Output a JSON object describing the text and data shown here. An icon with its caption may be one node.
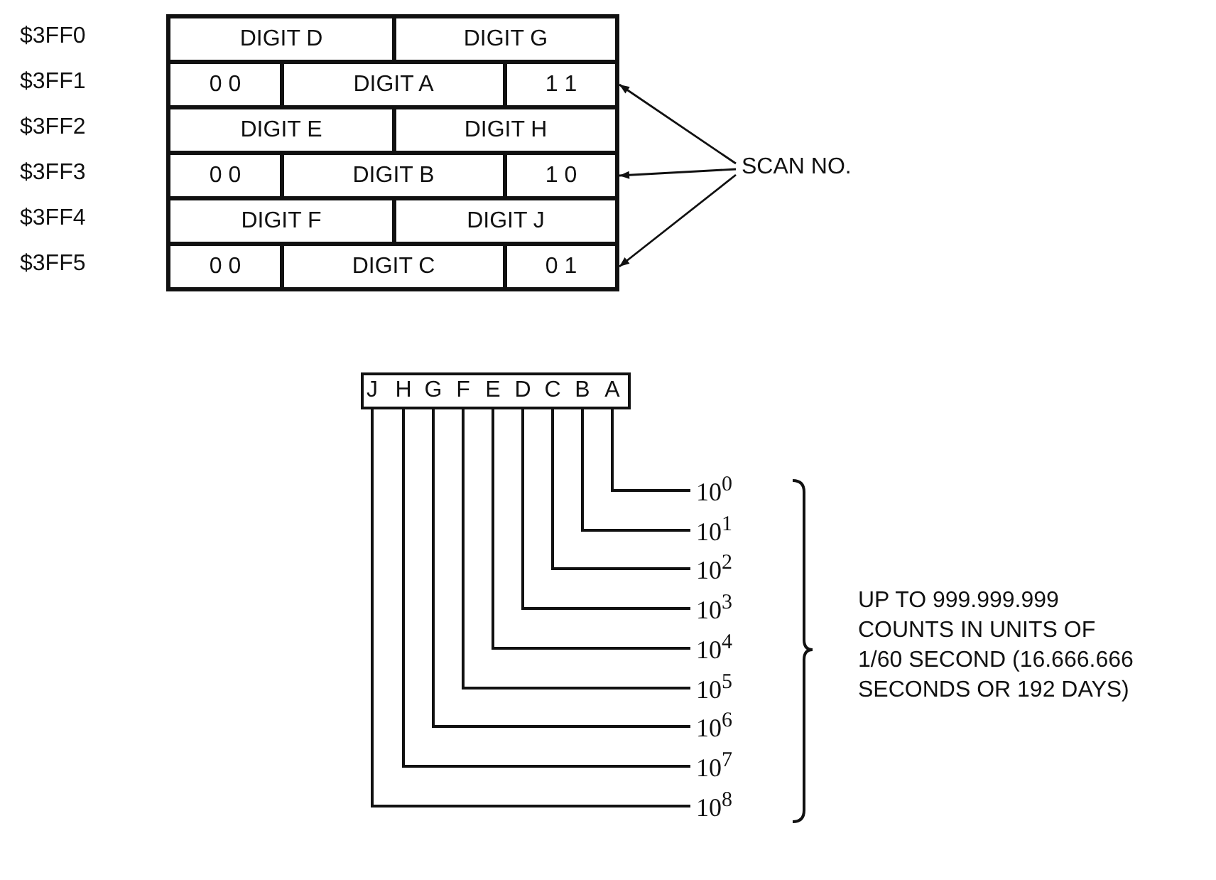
{
  "diagram": {
    "nodes": [
      {
        "text": [
          "DIGIT D"
        ]
      },
      {
        "text": [
          "DIGIT G"
        ]
      },
      {
        "text": [
          "0 0"
        ]
      },
      {
        "text": [
          "DIGIT A"
        ]
      },
      {
        "text": [
          "1 1"
        ]
      },
      {
        "text": [
          "DIGIT E"
        ]
      },
      {
        "text": [
          "DIGIT H"
        ]
      },
      {
        "text": [
          "0 0"
        ]
      },
      {
        "text": [
          "DIGIT B"
        ]
      },
      {
        "text": [
          "1 0"
        ]
      },
      {
        "text": [
          "DIGIT F"
        ]
      },
      {
        "text": [
          "DIGIT J"
        ]
      },
      {
        "text": [
          "0 0"
        ]
      },
      {
        "text": [
          "DIGIT C"
        ]
      },
      {
        "text": [
          "0 1"
        ]
      },
      {
        "text": [
          "SCAN NO."
        ]
      },
      {
        "text": [],
        "shape": "box"
      },
      {
        "text": [
          "J"
        ],
        "in": 16
      },
      {
        "text": [
          "H"
        ],
        "in": 16
      },
      {
        "text": [
          "G"
        ],
        "in": 16
      },
      {
        "text": [
          "F"
        ],
        "in": 16
      },
      {
        "text": [
          "E"
        ],
        "in": 16
      },
      {
        "text": [
          "D"
        ],
        "in": 16
      },
      {
        "text": [
          "C"
        ],
        "in": 16
      },
      {
        "text": [
          "B"
        ],
        "in": 16
      },
      {
        "text": [
          "A"
        ],
        "in": 16
      },
      {
        "text": [
          "10$^{0}$"
        ]
      },
      {
        "text": [
          "10$^{1}$"
        ]
      },
      {
        "text": [
          "10$^{2}$"
        ]
      },
      {
        "text": [
          "10$^{3}$"
        ]
      },
      {
        "text": [
          "10$^{4}$"
        ]
      },
      {
        "text": [
          "10$^{5}$"
        ]
      },
      {
        "text": [
          "10$^{6}$"
        ]
      },
      {
        "text": [
          "10$^{7}$"
        ]
      },
      {
        "text": [
          "10$^{8}$"
        ]
      }
    ],
    "edges": [
      {
        "from": 15,
        "to": 4,
        "arrow": "to"
      },
      {
        "from": 15,
        "to": 9,
        "arrow": "to"
      },
      {
        "from": 15,
        "to": 14,
        "arrow": "to"
      },
      {
        "from": 25,
        "to": 26,
        "arrow": "none"
      },
      {
        "from": 24,
        "to": 27,
        "arrow": "none"
      },
      {
        "from": 23,
        "to": 28,
        "arrow": "none"
      },
      {
        "from": 22,
        "to": 29,
        "arrow": "none"
      },
      {
        "from": 21,
        "to": 30,
        "arrow": "none"
      },
      {
        "from": 20,
        "to": 31,
        "arrow": "none"
      },
      {
        "from": 19,
        "to": 32,
        "arrow": "none"
      },
      {
        "from": 18,
        "to": 33,
        "arrow": "none"
      },
      {
        "from": 17,
        "to": 34,
        "arrow": "none"
      }
    ],
    "labels": [
      "$3FF0",
      "$3FF1",
      "$3FF2",
      "$3FF3",
      "$3FF4",
      "$3FF5",
      "UP TO 999.999.999 COUNTS IN UNITS OF 1/60 SECOND (16.666.666 SECONDS OR 192 DAYS)"
    ]
  }
}
